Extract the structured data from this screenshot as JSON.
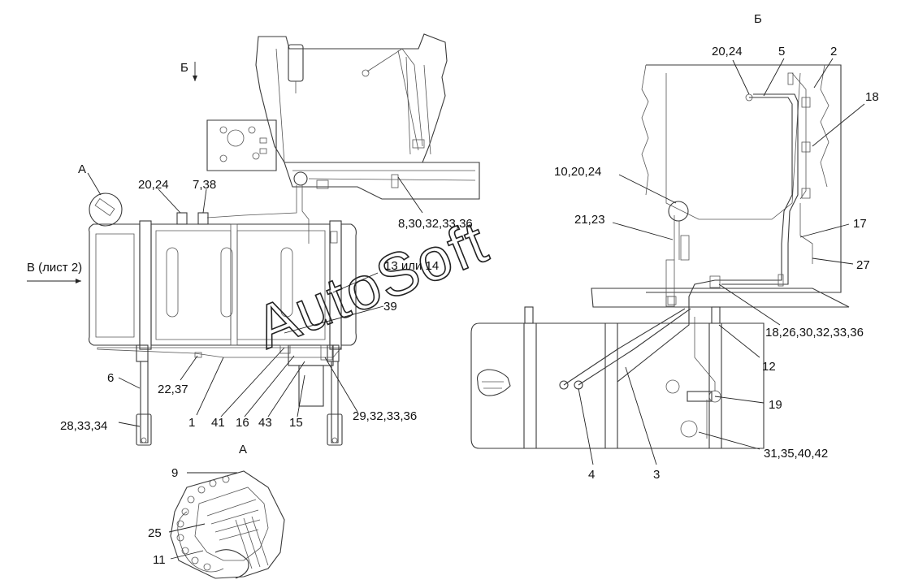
{
  "watermark": "AutoSoft",
  "views": {
    "arrow_b": "Б",
    "view_b_title": "Б",
    "view_a_title": "А",
    "callout_a": "А",
    "view_v_ref": "В (лист 2)"
  },
  "labels": {
    "l_20_24_left": "20,24",
    "l_7_38": "7,38",
    "l_8_30": "8,30,32,33,36",
    "l_13_14": "13 или 14",
    "l_39": "39",
    "l_6": "6",
    "l_22_37": "22,37",
    "l_28_33_34": "28,33,34",
    "l_1": "1",
    "l_41": "41",
    "l_16": "16",
    "l_43": "43",
    "l_15": "15",
    "l_29": "29,32,33,36",
    "l_9": "9",
    "l_25": "25",
    "l_11": "11",
    "l_20_24_right": "20,24",
    "l_5": "5",
    "l_2": "2",
    "l_18": "18",
    "l_10_20_24": "10,20,24",
    "l_21_23": "21,23",
    "l_17": "17",
    "l_27": "27",
    "l_18_26": "18,26,30,32,33,36",
    "l_12": "12",
    "l_19": "19",
    "l_31": "31,35,40,42",
    "l_4": "4",
    "l_3": "3"
  }
}
